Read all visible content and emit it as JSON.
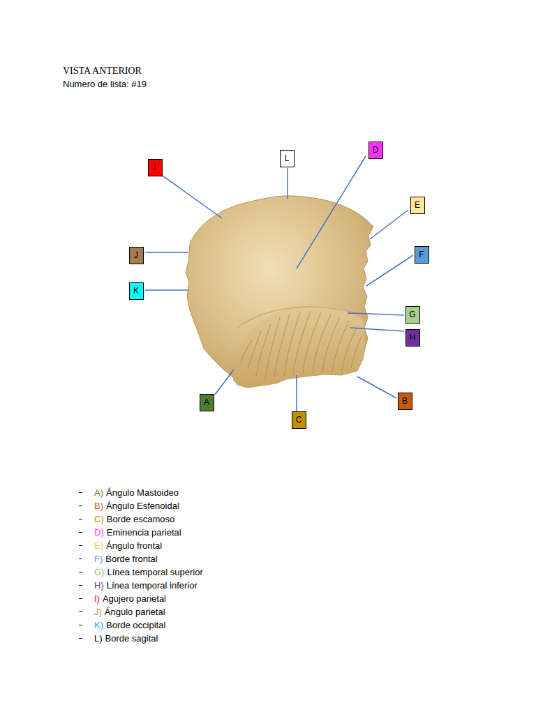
{
  "diagram": {
    "title": "VISTA ANTERIOR",
    "nodes": [
      {
        "text": [
          "D"
        ]
      },
      {
        "text": [
          "L"
        ]
      },
      {
        "text": [
          "I"
        ]
      },
      {
        "text": [
          "E"
        ]
      },
      {
        "text": [
          "J"
        ]
      },
      {
        "text": [
          "F"
        ]
      },
      {
        "text": [
          "K"
        ]
      },
      {
        "text": [
          "G"
        ]
      },
      {
        "text": [
          "H"
        ]
      },
      {
        "text": [
          "B"
        ]
      },
      {
        "text": [
          "A"
        ]
      },
      {
        "text": [
          "C"
        ]
      }
    ],
    "labels": [
      "Numero de lista: #19",
      "A)",
      "Ángulo Mastoideo",
      "B)",
      "Ángulo Esfenoidal",
      "C)",
      "Borde escamoso",
      "D)",
      "Eminencia parietal",
      "E)",
      "Ángulo frontal",
      "F)",
      "Borde frontal",
      "G)",
      "Línea temporal superior",
      "H)",
      "Línea temporal inferior",
      "I)",
      "Agujero parietal",
      "J)",
      "Ángulo parietal",
      "K)",
      "Borde occipital",
      "L)",
      "Borde sagital"
    ]
  }
}
